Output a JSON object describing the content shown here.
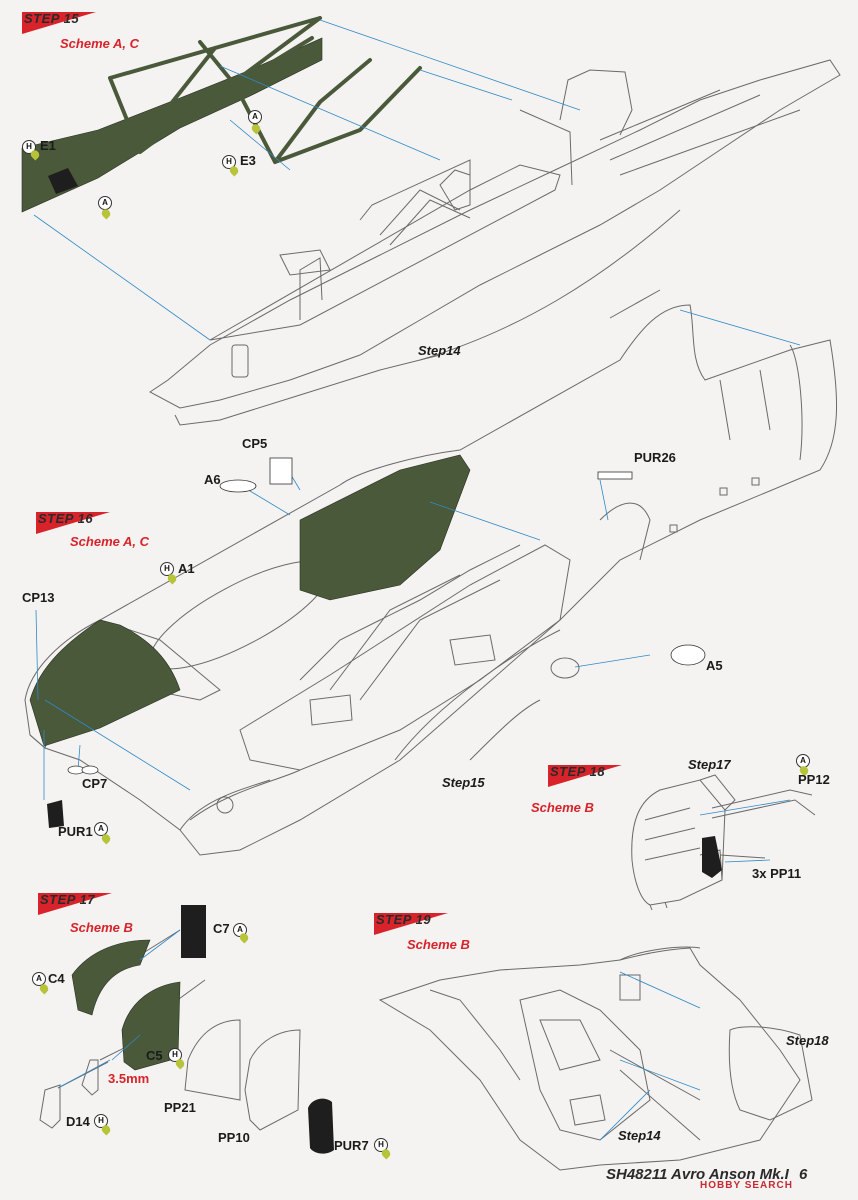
{
  "steps": {
    "s15": {
      "word": "STEP",
      "num": "15",
      "scheme": "Scheme A, C"
    },
    "s16": {
      "word": "STEP",
      "num": "16",
      "scheme": "Scheme A, C"
    },
    "s17": {
      "word": "STEP",
      "num": "17",
      "scheme": "Scheme B"
    },
    "s18": {
      "word": "STEP",
      "num": "18",
      "scheme": "Scheme B"
    },
    "s19": {
      "word": "STEP",
      "num": "19",
      "scheme": "Scheme B"
    }
  },
  "parts": {
    "E1": "E1",
    "E3": "E3",
    "CP5": "CP5",
    "A6": "A6",
    "PUR26": "PUR26",
    "A1": "A1",
    "CP13": "CP13",
    "A5": "A5",
    "CP7": "CP7",
    "PUR1": "PUR1",
    "PP12": "PP12",
    "PP11": "3x PP11",
    "C7": "C7",
    "C4": "C4",
    "C5": "C5",
    "dim": "3.5mm",
    "D14": "D14",
    "PP21": "PP21",
    "PP10": "PP10",
    "PUR7": "PUR7"
  },
  "refs": {
    "step14a": "Step14",
    "step15": "Step15",
    "step17": "Step17",
    "step18": "Step18",
    "step14b": "Step14"
  },
  "badges": {
    "H": "H",
    "A": "A"
  },
  "footer": "SH48211 Avro Anson Mk.I",
  "page_number": "6",
  "watermark": "HOBBY SEARCH",
  "colors": {
    "accent": "#d8232a",
    "olive": "#49593a",
    "leader": "#2f8ac7",
    "line": "#555555"
  }
}
